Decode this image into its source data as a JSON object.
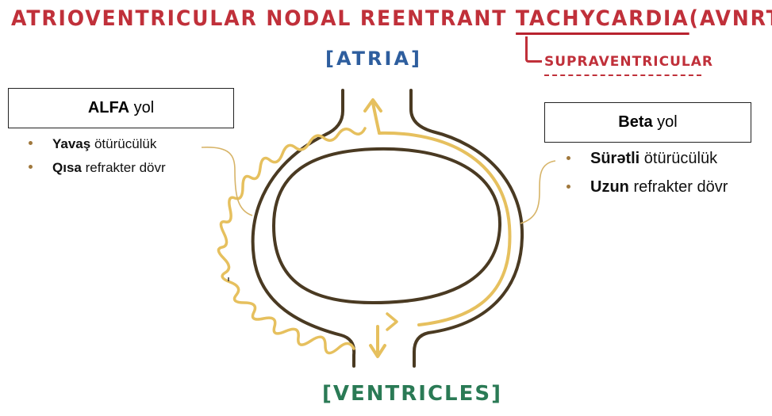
{
  "title": {
    "part1": "ATRIOVENTRICULAR NODAL REENTRANT",
    "part2": "TACHYCARDIA",
    "part3": "(AVNRT)"
  },
  "subtitle": "SUPRAVENTRICULAR",
  "labels": {
    "top": "[ATRIA]",
    "bottom": "[VENTRICLES]"
  },
  "alfa": {
    "title_bold": "ALFA",
    "title_rest": " yol",
    "items": [
      {
        "bold": "Yavaş",
        "rest": " ötürücülük"
      },
      {
        "bold": "Qısa",
        "rest": " refrakter dövr"
      }
    ]
  },
  "beta": {
    "title_bold": "Beta",
    "title_rest": " yol",
    "items": [
      {
        "bold": "Sürətli",
        "rest": " ötürücülük"
      },
      {
        "bold": "Uzun",
        "rest": " refrakter dövr"
      }
    ]
  },
  "colors": {
    "title": "#c0303a",
    "atria": "#2e5e9e",
    "ventricles": "#2a7a55",
    "pathway": "#e6c05e",
    "tissue": "#4a3a22",
    "bullet": "#a0783c"
  }
}
